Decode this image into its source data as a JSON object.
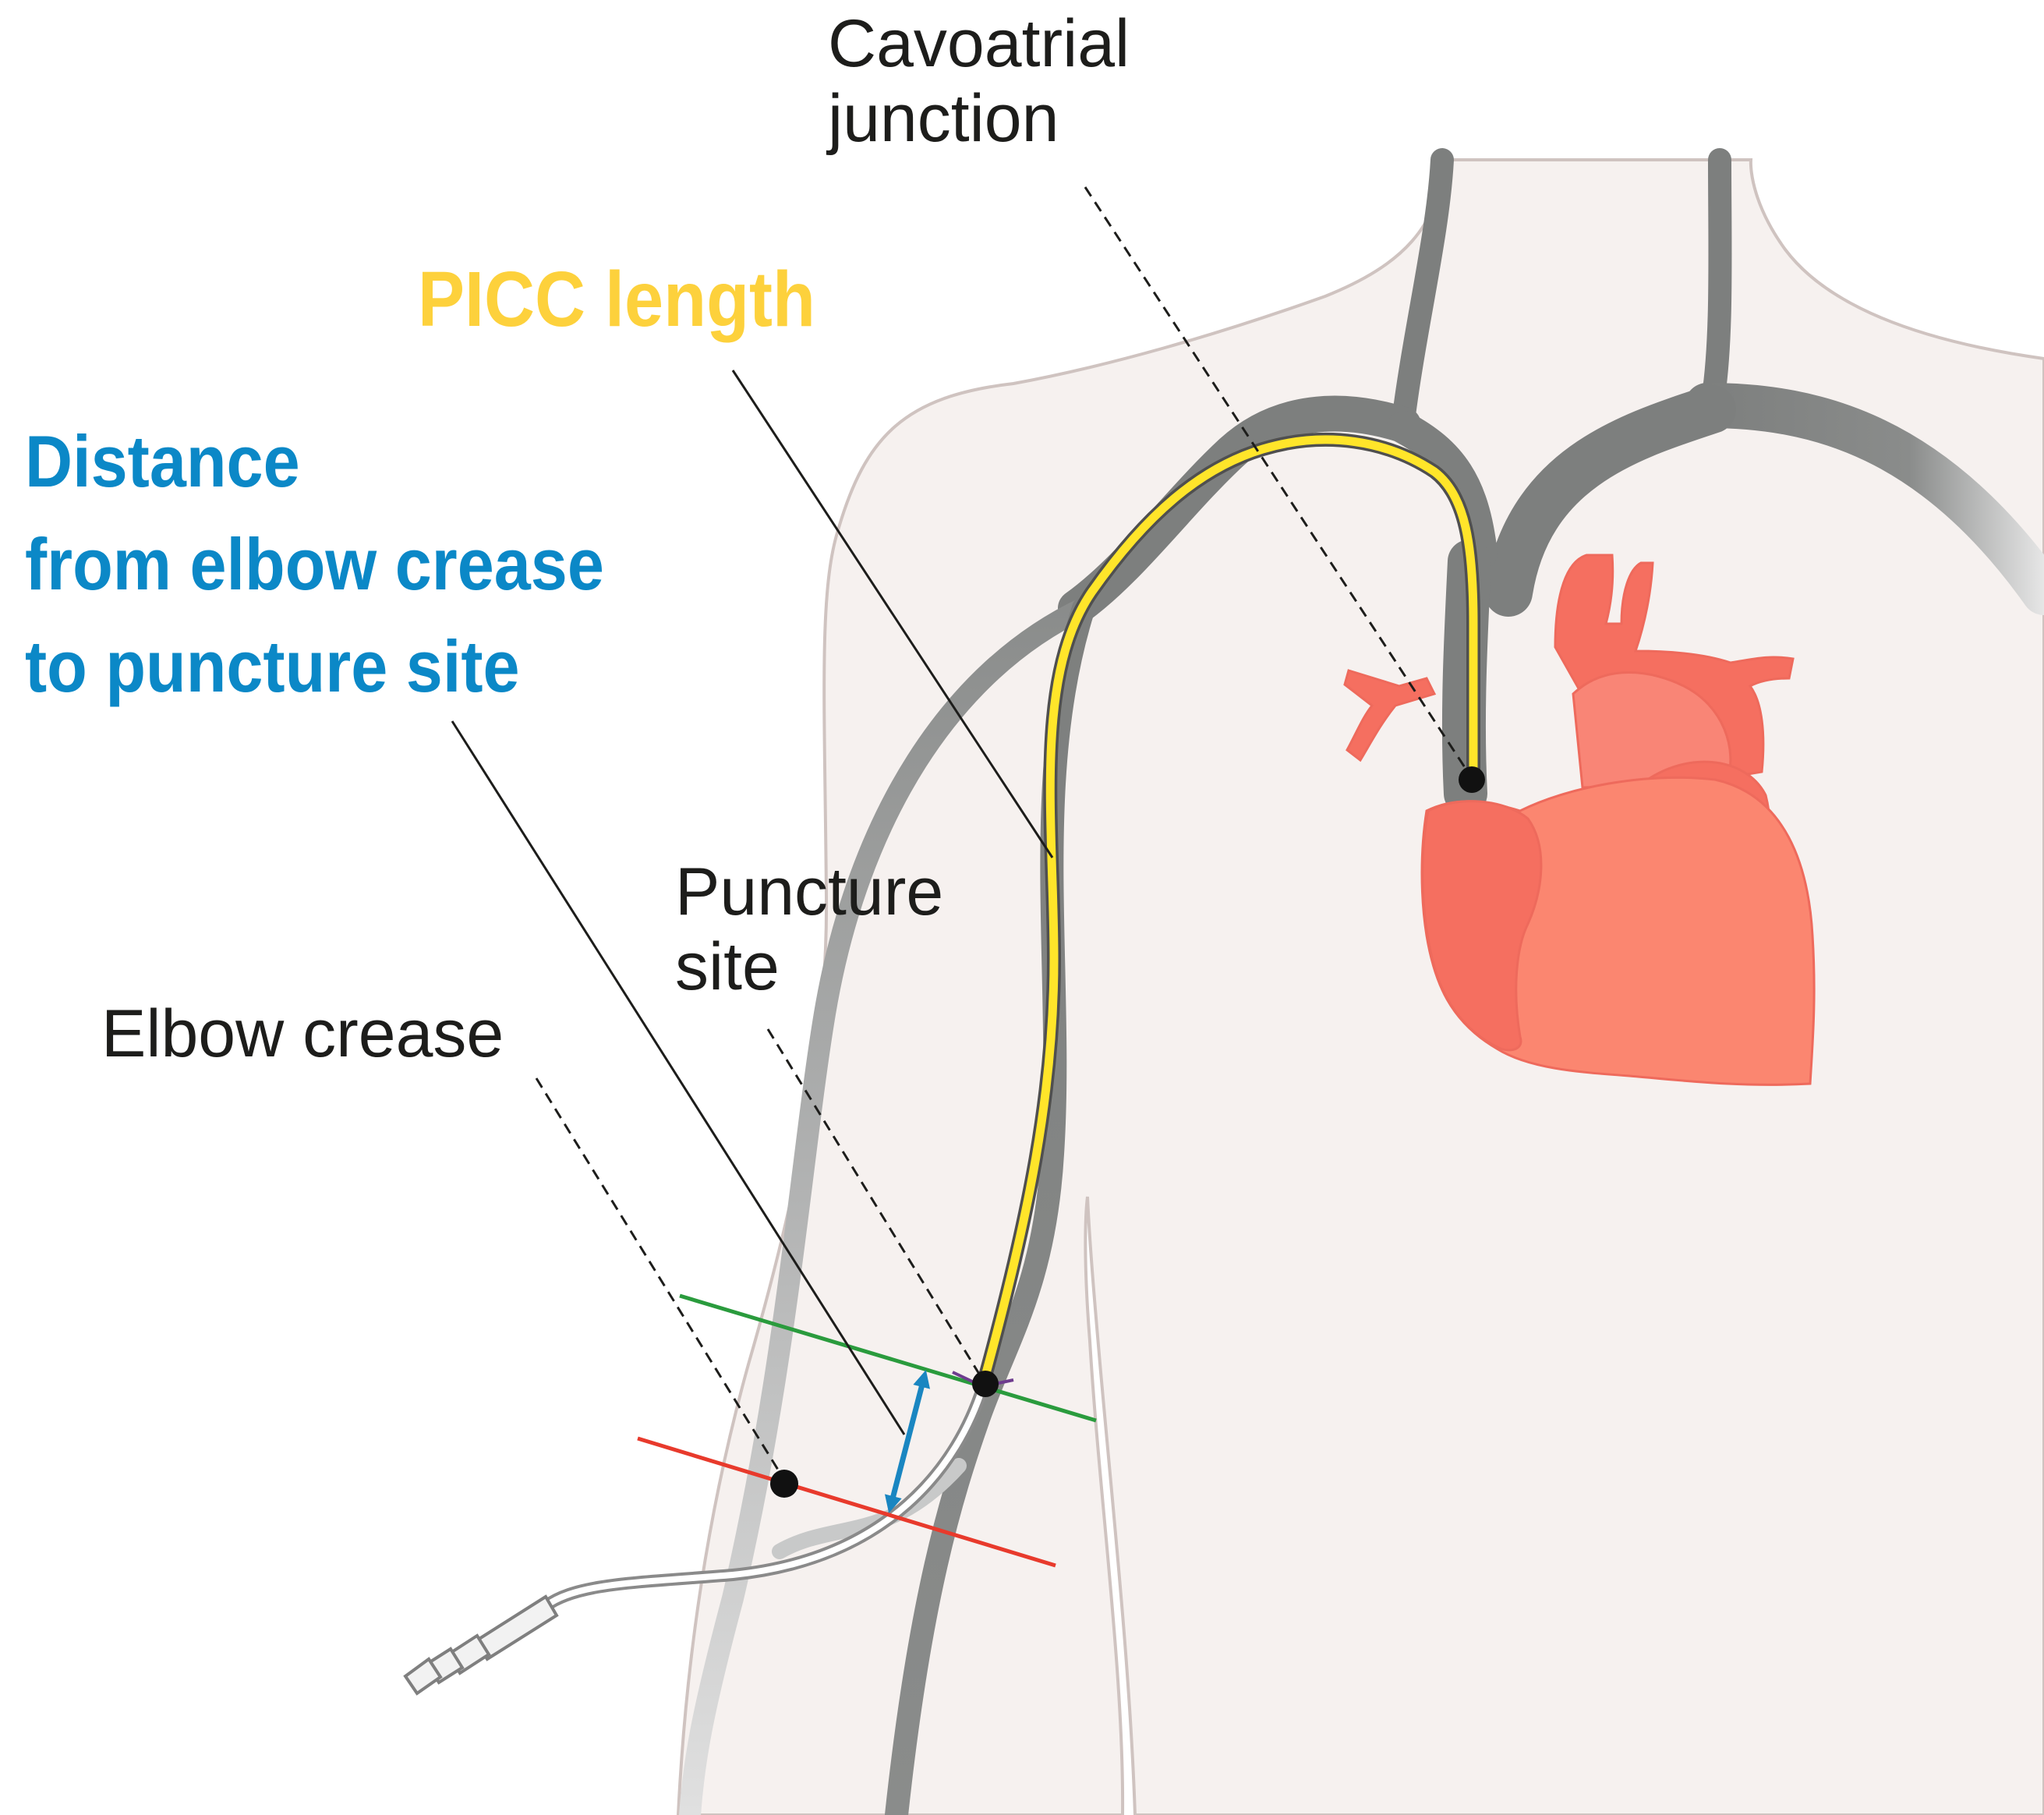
{
  "labels": {
    "cavoatrial": [
      "Cavoatrial",
      "junction"
    ],
    "picc_length": "PICC length",
    "distance": [
      "Distance",
      "from elbow crease",
      "to puncture site"
    ],
    "puncture": [
      "Puncture",
      "site"
    ],
    "elbow": "Elbow crease"
  },
  "colors": {
    "body_fill": "#f6f1ef",
    "body_outline": "#cfc3c0",
    "vein": "#7d7f7e",
    "vein_light": "#c8c9c9",
    "catheter": "#ffe52a",
    "heart_main": "#fb8670",
    "heart_dark": "#f56f60",
    "picc_length_text": "#fdd13c",
    "distance_text": "#0b88c7",
    "elbow_line": "#e83a2c",
    "puncture_line": "#2a9b3d",
    "arrow": "#1a86c1",
    "marker": "#111111"
  }
}
